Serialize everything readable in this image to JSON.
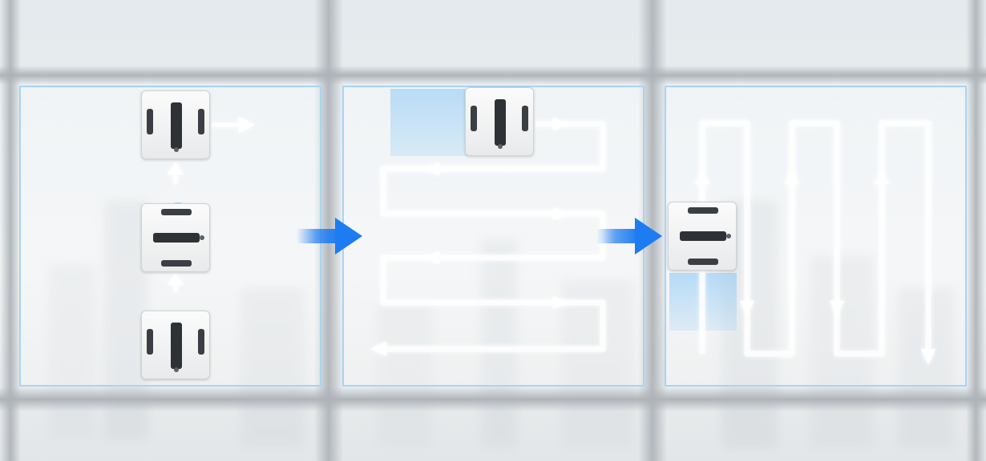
{
  "colors": {
    "frame_border": "#a9d4f3",
    "path_stroke": "#ffffff",
    "path_glow": "#a8d7ff",
    "transition_arrow": "#1e7cf2"
  },
  "diagram": {
    "panels": [
      {
        "id": "panel-1",
        "pattern": "turn-in-place-then-move"
      },
      {
        "id": "panel-2",
        "pattern": "horizontal-zigzag"
      },
      {
        "id": "panel-3",
        "pattern": "vertical-zigzag"
      }
    ],
    "icons": [
      "window-cleaning-robot-icon",
      "rotate-icon",
      "arrow-right-icon",
      "arrow-up-icon",
      "arrow-down-icon",
      "arrow-left-icon"
    ]
  }
}
